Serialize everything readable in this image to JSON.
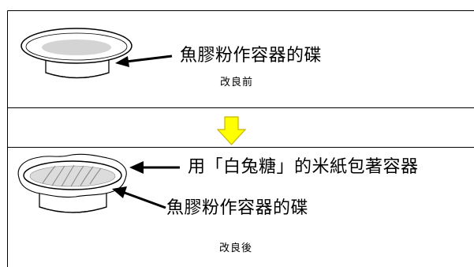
{
  "before": {
    "dish_label": "魚膠粉作容器的碟",
    "caption": "改良前"
  },
  "after": {
    "wrap_label": "用「白兔糖」的米紙包著容器",
    "dish_label": "魚膠粉作容器的碟",
    "caption": "改良後"
  },
  "colors": {
    "arrow_fill": "#ffff00",
    "arrow_stroke": "#c8b400",
    "dish_inner": "#d4d4d4",
    "line": "#000000"
  }
}
